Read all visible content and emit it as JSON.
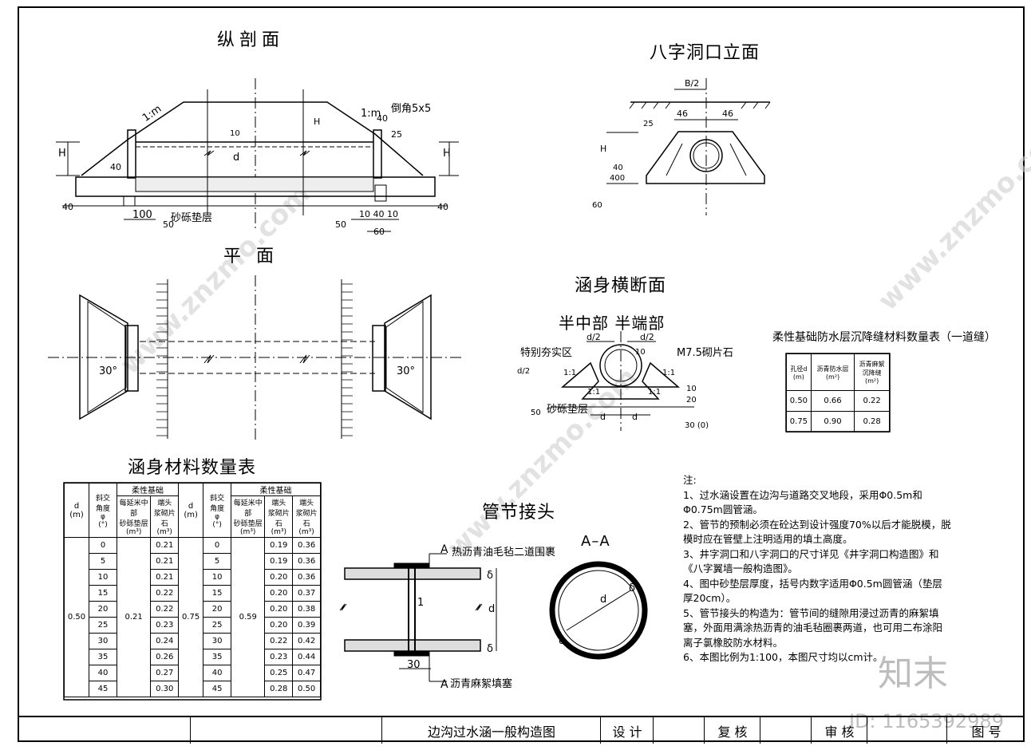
{
  "titles": {
    "longitudinal": "纵剖面",
    "plan": "平  面",
    "wing_elevation": "八字洞口立面",
    "cross_section": "涵身横断面",
    "half_labels": "半中部  半端部",
    "joint": "管节接头",
    "aa": "A–A",
    "material_table": "涵身材料数量表",
    "flex_table": "柔性基础防水层沉降缝材料数量表（一道缝）"
  },
  "longitudinal_labels": {
    "slope1": "1:m",
    "slope2": "1:m",
    "chamfer": "倒角5x5",
    "h_left": "H",
    "h_right": "H",
    "d": "d",
    "ten": "10",
    "forty_left": "40",
    "forty_top": "40",
    "twentyfive": "25",
    "forty_a": "40",
    "forty_b": "40",
    "hundred": "100",
    "gravel": "砂砾垫层",
    "fifty_a": "50",
    "fifty_b": "50",
    "bottom_dims": "10 40 10",
    "sixty": "60",
    "h_top": "H"
  },
  "plan_labels": {
    "angle_left": "30°",
    "angle_right": "30°"
  },
  "wing_labels": {
    "b2": "B/2",
    "d46a": "46",
    "d46b": "46",
    "d25": "25",
    "h": "H",
    "d40": "40",
    "d400": "400",
    "d60": "60"
  },
  "cross_labels": {
    "special": "特别夯实区",
    "m75": "M7.5砌片石",
    "gravel": "砂砾垫层",
    "d2a": "d/2",
    "d2b": "d/2",
    "d10": "10",
    "d_left": "d",
    "d_right": "d",
    "d2_left": "d/2",
    "fifty": "50",
    "s1a": "1:1",
    "s1b": "1:1",
    "s1c": "1:1",
    "s1d": "1:1",
    "d10b": "10",
    "d20": "20",
    "d30": "30 (0)"
  },
  "joint_labels": {
    "a_top": "A",
    "a_bot": "A",
    "wrap": "热沥青油毛毡二道围裹",
    "fill": "沥青麻絮填塞",
    "one": "1",
    "thirty": "30",
    "d": "d",
    "delta_top": "δ",
    "delta_bot": "δ",
    "aa_d": "d",
    "aa_delta1": "δ",
    "aa_delta2": "δ"
  },
  "material_table": {
    "h_d": "d\n(m)",
    "h_angle": "斜交\n角度\nφ\n(°)",
    "h_flex": "柔性基础",
    "h_gravel": "每延米中部\n砂砾垫层\n(m³)",
    "h_wall": "端头\n浆砌片石\n(m³)",
    "left": {
      "d": "0.50",
      "gravel": "0.21",
      "angles": [
        "0",
        "5",
        "10",
        "15",
        "20",
        "25",
        "30",
        "35",
        "40",
        "45"
      ],
      "wall": [
        "0.21",
        "0.21",
        "0.21",
        "0.22",
        "0.22",
        "0.23",
        "0.24",
        "0.26",
        "0.27",
        "0.30"
      ]
    },
    "right": {
      "d": "0.75",
      "gravel": "0.59",
      "angles": [
        "0",
        "5",
        "10",
        "15",
        "20",
        "25",
        "30",
        "35",
        "40",
        "45"
      ],
      "wall1": [
        "0.19",
        "0.19",
        "0.20",
        "0.20",
        "0.20",
        "0.20",
        "0.22",
        "0.23",
        "0.25",
        "0.28"
      ],
      "wall2": [
        "0.36",
        "0.36",
        "0.36",
        "0.37",
        "0.38",
        "0.39",
        "0.42",
        "0.44",
        "0.47",
        "0.50"
      ]
    }
  },
  "flex_table": {
    "h1": "孔径d\n(m)",
    "h2": "沥青防水层\n(m²)",
    "h3": "沥青麻絮\n沉降缝\n(m²)",
    "rows": [
      [
        "0.50",
        "0.66",
        "0.22"
      ],
      [
        "0.75",
        "0.90",
        "0.28"
      ]
    ]
  },
  "notes": [
    "注:",
    "1、过水涵设置在边沟与道路交叉地段，采用Φ0.5m和",
    "Φ0.75m圆管涵。",
    "2、管节的预制必须在砼达到设计强度70%以后才能脱模，脱",
    "模时应在管壁上注明适用的填土高度。",
    "3、井字洞口和八字洞口的尺寸详见《井字洞口构造图》和",
    "《八字翼墙一般构造图》。",
    "4、图中砂垫层厚度，括号内数字适用Φ0.5m圆管涵（垫层",
    "厚20cm）。",
    "5、管节接头的构造为：管节间的缝隙用浸过沥青的麻絮填",
    "塞，外面用满涂热沥青的油毛毡圈裹两道，也可用二布涂阳",
    "离子氯橡胶防水材料。",
    "6、本图比例为1:100，本图尺寸均以cm计。"
  ],
  "title_block": {
    "drawing": "边沟过水涵一般构造图",
    "design": "设 计",
    "review": "复 核",
    "approve": "审 核",
    "sheet": "图 号"
  },
  "watermarks": {
    "brand": "知末",
    "id": "ID: 1165392989",
    "site": "www.znzmo.com"
  }
}
